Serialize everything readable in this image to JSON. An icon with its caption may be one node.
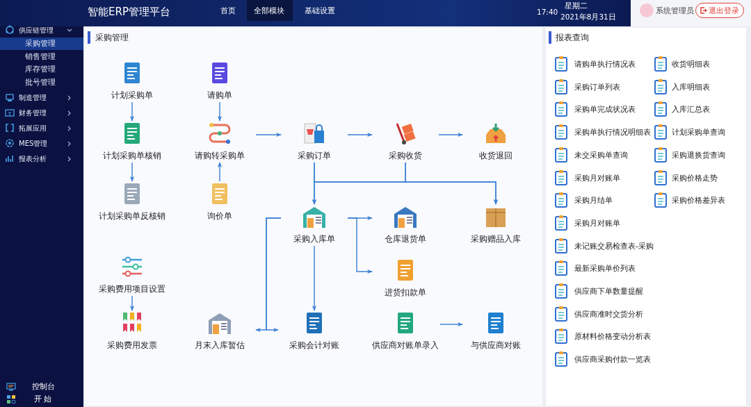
{
  "diagram": {
    "nodes": [
      {
        "text": [
          "计划采购单"
        ]
      },
      {
        "text": [
          "请购单"
        ]
      },
      {
        "text": [
          "计划采购单核销"
        ]
      },
      {
        "text": [
          "请购转采购单"
        ]
      },
      {
        "text": [
          "采购订单"
        ]
      },
      {
        "text": [
          "采购收货"
        ]
      },
      {
        "text": [
          "收货退回"
        ]
      },
      {
        "text": [
          "计划采购单反核销"
        ]
      },
      {
        "text": [
          "询价单"
        ]
      },
      {
        "text": [
          "采购入库单"
        ]
      },
      {
        "text": [
          "仓库退货单"
        ]
      },
      {
        "text": [
          "采购赠品入库"
        ]
      },
      {
        "text": [
          "采购费用项目设置"
        ]
      },
      {
        "text": [
          "进货扣款单"
        ]
      },
      {
        "text": [
          "采购费用发票"
        ]
      },
      {
        "text": [
          "月末入库暂估"
        ]
      },
      {
        "text": [
          "采购会计对账"
        ]
      },
      {
        "text": [
          "供应商对账单录入"
        ]
      },
      {
        "text": [
          "与供应商对账"
        ]
      }
    ],
    "edges": [
      {
        "from": 0,
        "to": 2,
        "arrow": "to"
      },
      {
        "from": 2,
        "to": 7,
        "arrow": "to"
      },
      {
        "from": 1,
        "to": 3,
        "arrow": "to"
      },
      {
        "from": 8,
        "to": 3,
        "arrow": "to"
      },
      {
        "from": 3,
        "to": 4,
        "arrow": "to"
      },
      {
        "from": 4,
        "to": 5,
        "arrow": "to"
      },
      {
        "from": 5,
        "to": 6,
        "arrow": "to"
      },
      {
        "from": 4,
        "to": 9,
        "arrow": "to"
      },
      {
        "from": 4,
        "to": 11,
        "arrow": "to"
      },
      {
        "from": 5,
        "to": 9,
        "arrow": "to"
      },
      {
        "from": 5,
        "to": 11,
        "arrow": "to"
      },
      {
        "from": 9,
        "to": 10,
        "arrow": "to"
      },
      {
        "from": 9,
        "to": 13,
        "arrow": "to"
      },
      {
        "from": 9,
        "to": 16,
        "arrow": "to"
      },
      {
        "from": 9,
        "to": 15,
        "arrow": "to"
      },
      {
        "from": 9,
        "to": 16,
        "arrow": "to"
      },
      {
        "from": 12,
        "to": 14,
        "arrow": "to"
      },
      {
        "from": 17,
        "to": 18,
        "arrow": "to"
      }
    ],
    "labels": [
      "智能ERP管理平台",
      "首页",
      "全部模块",
      "基础设置",
      "17:40",
      "星期二",
      "2021年8月31日",
      "系统管理员",
      "退出登录",
      "供应链管理",
      "采购管理",
      "销售管理",
      "库存管理",
      "批号管理",
      "制造管理",
      "财务管理",
      "拓展应用",
      "MES管理",
      "报表分析",
      "控制台",
      "开 始",
      "采购管理",
      "报表查询",
      "请购单执行情况表",
      "收货明细表",
      "采购订单列表",
      "入库明细表",
      "采购单完成状况表",
      "入库汇总表",
      "采购单执行情况明细表",
      "计划采购单查询",
      "未交采购单查询",
      "采购退换货查询",
      "采购月对账单",
      "采购价格走势",
      "采购月结单",
      "采购价格差异表",
      "采购月对账单",
      "未记账交易检查表-采购",
      "最新采购单价列表",
      "供应商下单数量提醒",
      "供应商准时交货分析",
      "原材料价格变动分析表",
      "供应商采购付款一览表"
    ]
  }
}
